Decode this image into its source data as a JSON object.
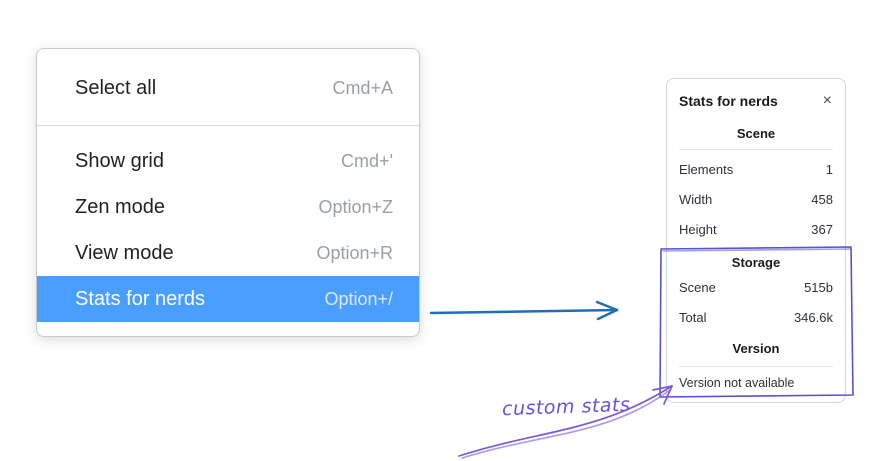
{
  "colors": {
    "menu_highlight": "#4a9eff",
    "arrow_blue": "#1d6fb8",
    "annotation_purple": "#6a53d6",
    "box_purple": "#5653ce"
  },
  "menu": {
    "items": [
      {
        "label": "Select all",
        "shortcut": "Cmd+A"
      },
      {
        "label": "Show grid",
        "shortcut": "Cmd+'"
      },
      {
        "label": "Zen mode",
        "shortcut": "Option+Z"
      },
      {
        "label": "View mode",
        "shortcut": "Option+R"
      },
      {
        "label": "Stats for nerds",
        "shortcut": "Option+/"
      }
    ]
  },
  "panel": {
    "title": "Stats for nerds",
    "close_icon": "×",
    "scene": {
      "heading": "Scene",
      "rows": [
        {
          "label": "Elements",
          "value": "1"
        },
        {
          "label": "Width",
          "value": "458"
        },
        {
          "label": "Height",
          "value": "367"
        }
      ]
    },
    "storage": {
      "heading": "Storage",
      "rows": [
        {
          "label": "Scene",
          "value": "515b"
        },
        {
          "label": "Total",
          "value": "346.6k"
        }
      ]
    },
    "version": {
      "heading": "Version",
      "note": "Version not available"
    }
  },
  "annotation": {
    "label": "custom stats"
  }
}
